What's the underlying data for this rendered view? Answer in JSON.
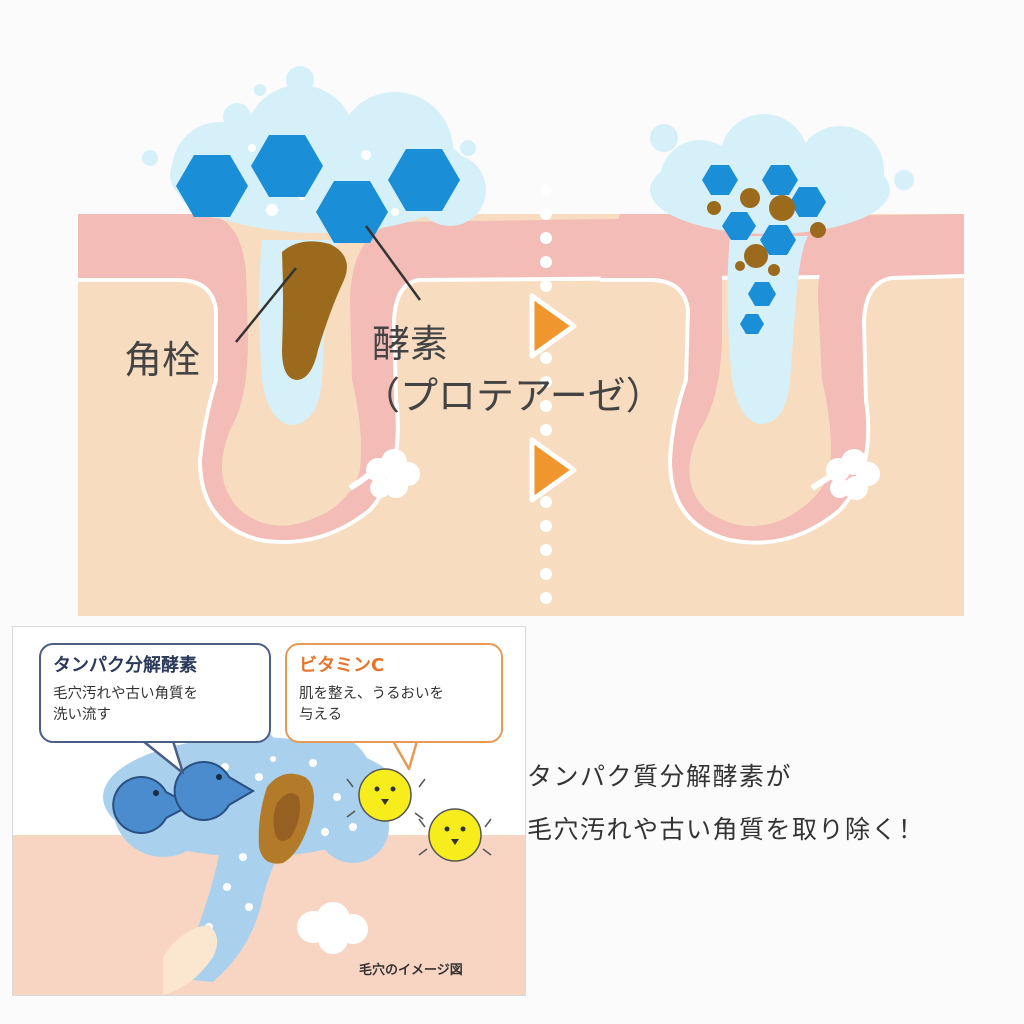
{
  "top": {
    "label_keratin": "角栓",
    "label_enzyme": "酵素",
    "label_protease": "（プロテアーゼ）"
  },
  "bottom": {
    "protein_bubble": {
      "title": "タンパク分解酵素",
      "line1": "毛穴汚れや古い角質を",
      "line2": "洗い流す"
    },
    "vitc_bubble": {
      "title": "ビタミンC",
      "line1": "肌を整え、うるおいを",
      "line2": "与える"
    },
    "caption": "毛穴のイメージ図"
  },
  "side": {
    "line1": "タンパク質分解酵素が",
    "line2": "毛穴汚れや古い角質を取り除く！"
  },
  "colors": {
    "skin": "#f7dcc0",
    "skin_pink": "#f3bcb6",
    "hexagon": "#1a8fd8",
    "keratin": "#9c6a1c",
    "arrow": "#f0962e",
    "foam": "#d5f0f8"
  },
  "icons": [
    "arrow-right-icon",
    "hexagon-icon",
    "pacman-icon",
    "smiley-icon"
  ]
}
